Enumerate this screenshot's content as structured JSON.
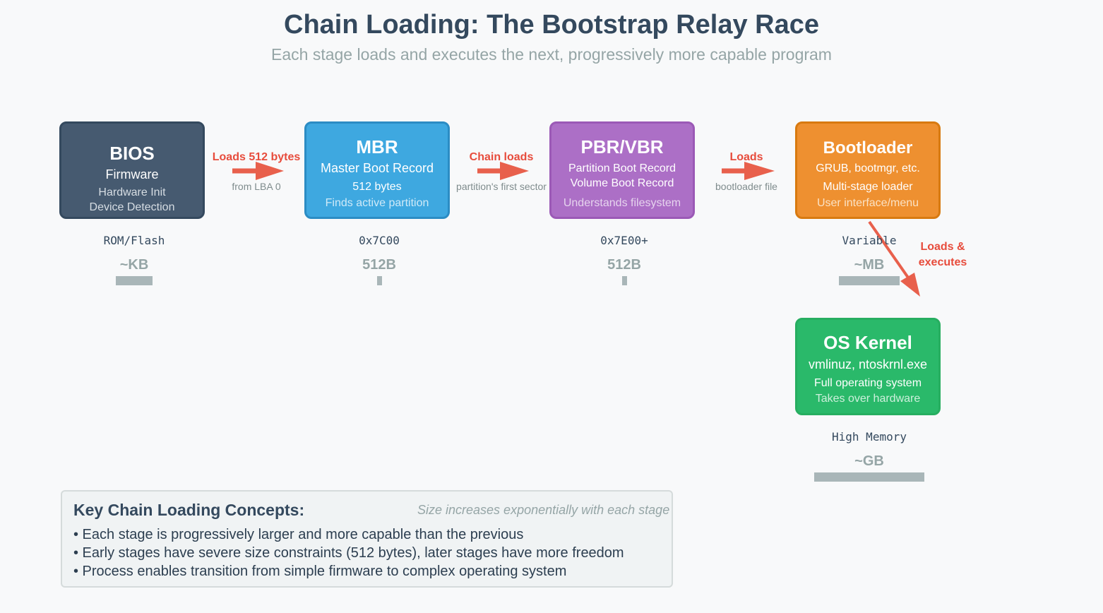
{
  "title": "Chain Loading: The Bootstrap Relay Race",
  "subtitle": "Each stage loads and executes the next, progressively more capable program",
  "stages": [
    {
      "name": "BIOS",
      "line1": "Firmware",
      "line2": "Hardware Init",
      "line3": "Device Detection",
      "memory": "ROM/Flash",
      "size": "~KB",
      "color": "#465a70",
      "border": "#34495e"
    },
    {
      "name": "MBR",
      "line1": "Master Boot Record",
      "line2": "512 bytes",
      "line3": "Finds active partition",
      "memory": "0x7C00",
      "size": "512B",
      "color": "#3ea8e0",
      "border": "#2b8cc4"
    },
    {
      "name": "PBR/VBR",
      "line1": "Partition Boot Record",
      "line2": "Volume Boot Record",
      "line3": "Understands filesystem",
      "memory": "0x7E00+",
      "size": "512B",
      "color": "#ac6fc6",
      "border": "#9b59b6"
    },
    {
      "name": "Bootloader",
      "line1": "GRUB, bootmgr, etc.",
      "line2": "Multi-stage loader",
      "line3": "User interface/menu",
      "memory": "Variable",
      "size": "~MB",
      "color": "#ee9030",
      "border": "#d87a10"
    },
    {
      "name": "OS Kernel",
      "line1": "vmlinuz, ntoskrnl.exe",
      "line2": "Full operating system",
      "line3": "Takes over hardware",
      "memory": "High Memory",
      "size": "~GB",
      "color": "#2ab96a",
      "border": "#27ae60"
    }
  ],
  "arrows": [
    {
      "label": "Loads 512 bytes",
      "note": "from LBA 0"
    },
    {
      "label": "Chain loads",
      "note": "partition's first sector"
    },
    {
      "label": "Loads",
      "note": "bootloader file"
    },
    {
      "label_line1": "Loads &",
      "label_line2": "executes"
    }
  ],
  "colors": {
    "arrow": "#e8604c",
    "size_bar": "#a9b6b8"
  },
  "concepts": {
    "title": "Key Chain Loading Concepts:",
    "items": [
      "• Each stage is progressively larger and more capable than the previous",
      "• Early stages have severe size constraints (512 bytes), later stages have more freedom",
      "• Process enables transition from simple firmware to complex operating system"
    ]
  },
  "footnote": "Size increases exponentially with each stage"
}
